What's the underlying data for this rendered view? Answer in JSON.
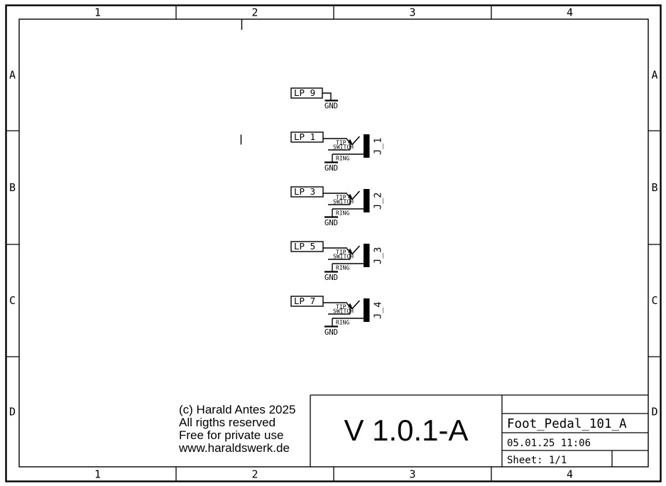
{
  "frame": {
    "columns": [
      "1",
      "2",
      "3",
      "4"
    ],
    "rows": [
      "A",
      "B",
      "C",
      "D"
    ]
  },
  "title_block": {
    "version": "V 1.0.1-A",
    "title": "Foot_Pedal_101_A",
    "date": "05.01.25 11:06",
    "sheet": "Sheet: 1/1"
  },
  "copyright": {
    "lines": [
      "(c) Harald Antes 2025",
      "All rigths reserved",
      "Free for private use",
      "www.haraldswerk.de"
    ]
  },
  "schematic": {
    "ground_ref": {
      "label": "LP_9",
      "gnd": "GND"
    },
    "jacks": [
      {
        "label": "LP_1",
        "designator": "J_1",
        "tip": "TIP",
        "switch": "SWITCH",
        "ring": "RING",
        "gnd": "GND"
      },
      {
        "label": "LP_3",
        "designator": "J_2",
        "tip": "TIP",
        "switch": "SWITCH",
        "ring": "RING",
        "gnd": "GND"
      },
      {
        "label": "LP_5",
        "designator": "J_3",
        "tip": "TIP",
        "switch": "SWITCH",
        "ring": "RING",
        "gnd": "GND"
      },
      {
        "label": "LP_7",
        "designator": "J_4",
        "tip": "TIP",
        "switch": "SWITCH",
        "ring": "RING",
        "gnd": "GND"
      }
    ]
  },
  "colors": {
    "ink": "#000000",
    "paper": "#ffffff"
  }
}
